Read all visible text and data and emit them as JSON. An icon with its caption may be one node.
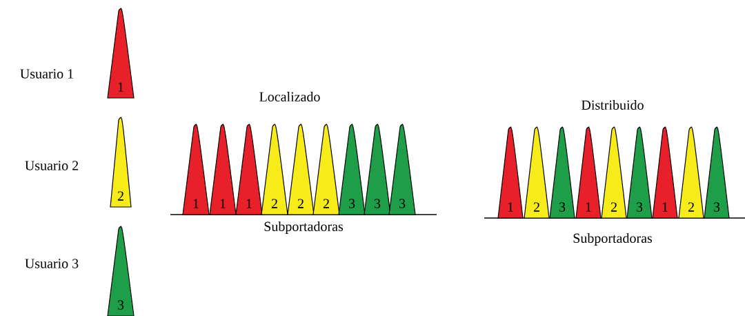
{
  "diagram": {
    "nodes": [
      {
        "text": [
          "1"
        ],
        "beside": [
          "Usuario 1"
        ]
      },
      {
        "text": [
          "2"
        ],
        "beside": [
          "Usuario 2"
        ]
      },
      {
        "text": [
          "3"
        ],
        "beside": [
          "Usuario 3"
        ]
      },
      {
        "text": [
          "1"
        ]
      },
      {
        "text": [
          "1"
        ]
      },
      {
        "text": [
          "1"
        ]
      },
      {
        "text": [
          "2"
        ]
      },
      {
        "text": [
          "2"
        ]
      },
      {
        "text": [
          "2"
        ]
      },
      {
        "text": [
          "3"
        ]
      },
      {
        "text": [
          "3"
        ]
      },
      {
        "text": [
          "3"
        ]
      },
      {
        "text": [
          "1"
        ]
      },
      {
        "text": [
          "2"
        ]
      },
      {
        "text": [
          "3"
        ]
      },
      {
        "text": [
          "1"
        ]
      },
      {
        "text": [
          "2"
        ]
      },
      {
        "text": [
          "3"
        ]
      },
      {
        "text": [
          "1"
        ]
      },
      {
        "text": [
          "2"
        ]
      },
      {
        "text": [
          "3"
        ]
      }
    ],
    "labels": [
      "Localizado",
      "Subportadoras",
      "Distribuido",
      "Subportadoras"
    ]
  }
}
